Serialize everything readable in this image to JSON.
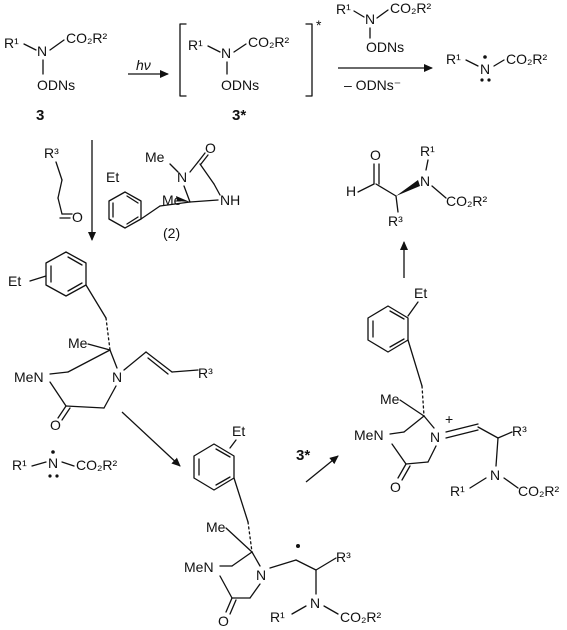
{
  "atoms": {
    "r1": "R¹",
    "r2": "R²",
    "r3": "R³",
    "n": "N",
    "o": "O",
    "h": "H",
    "co2r2": "CO₂R²",
    "odns": "ODNs",
    "me": "Me",
    "men": "MeN",
    "nh": "NH",
    "et": "Et",
    "plus": "+",
    "star": "*"
  },
  "labels": {
    "compound3": "3",
    "compound3star": "3*",
    "catalyst": "2",
    "hv": "hν",
    "leaving_group": "– ODNs⁻"
  }
}
